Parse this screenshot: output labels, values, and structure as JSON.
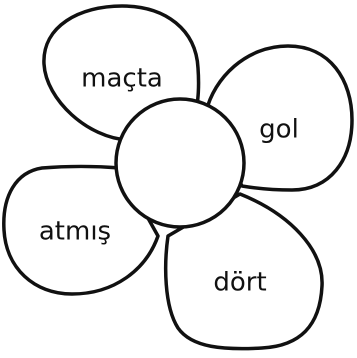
{
  "petals": [
    {
      "label": "maçta"
    },
    {
      "label": "gol"
    },
    {
      "label": "atmış"
    },
    {
      "label": "dört"
    }
  ]
}
